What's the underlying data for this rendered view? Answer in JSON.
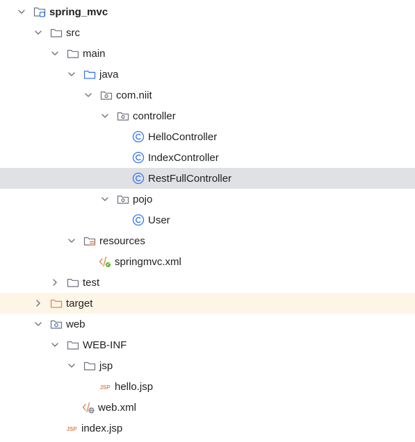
{
  "colors": {
    "selection": "#dfe1e5",
    "excluded_row": "#fdf5e6",
    "folder_stroke": "#6c707e",
    "source_folder": "#3574f0",
    "excluded_folder": "#e08855",
    "class_icon": "#3574f0",
    "xml_icon": "#e08855",
    "jsp_icon": "#e08855",
    "spring_leaf": "#5fb832"
  },
  "tree": {
    "project": {
      "label": "spring_mvc",
      "icon": "module-folder-icon"
    },
    "src": {
      "label": "src",
      "icon": "folder-icon"
    },
    "main": {
      "label": "main",
      "icon": "folder-icon"
    },
    "java": {
      "label": "java",
      "icon": "source-folder-icon"
    },
    "com_niit": {
      "label": "com.niit",
      "icon": "package-icon"
    },
    "controller": {
      "label": "controller",
      "icon": "package-icon"
    },
    "hello_controller": {
      "label": "HelloController",
      "icon": "class-icon"
    },
    "index_controller": {
      "label": "IndexController",
      "icon": "class-icon"
    },
    "restfull_controller": {
      "label": "RestFullController",
      "icon": "class-icon"
    },
    "pojo": {
      "label": "pojo",
      "icon": "package-icon"
    },
    "user": {
      "label": "User",
      "icon": "class-icon"
    },
    "resources": {
      "label": "resources",
      "icon": "resources-folder-icon"
    },
    "springmvc_xml": {
      "label": "springmvc.xml",
      "icon": "spring-xml-icon"
    },
    "test": {
      "label": "test",
      "icon": "folder-icon"
    },
    "target": {
      "label": "target",
      "icon": "excluded-folder-icon"
    },
    "web": {
      "label": "web",
      "icon": "web-folder-icon"
    },
    "web_inf": {
      "label": "WEB-INF",
      "icon": "folder-icon"
    },
    "jsp": {
      "label": "jsp",
      "icon": "folder-icon"
    },
    "hello_jsp": {
      "label": "hello.jsp",
      "icon": "jsp-icon"
    },
    "web_xml": {
      "label": "web.xml",
      "icon": "web-xml-icon"
    },
    "index_jsp": {
      "label": "index.jsp",
      "icon": "jsp-icon"
    }
  }
}
